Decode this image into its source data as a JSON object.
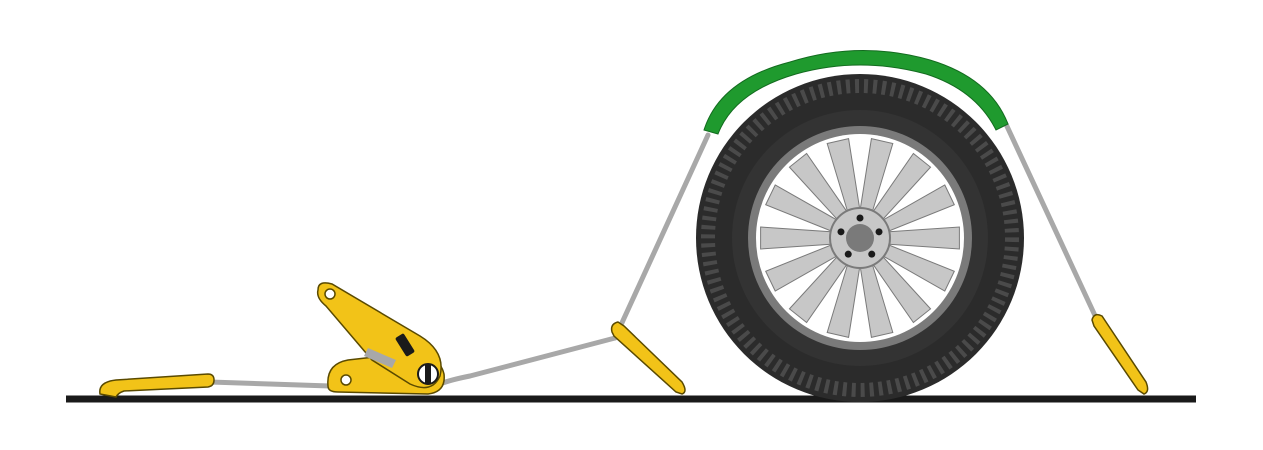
{
  "diagram": {
    "colors": {
      "background": "#ffffff",
      "ground": "#1a1a1a",
      "strap": "#a8a8a8",
      "hardware": "#f2c318",
      "hardware_outline": "#5a4a00",
      "tire": "#2b2b2b",
      "tire_tread": "#4a4a4a",
      "rim": "#c7c7c7",
      "rim_dark": "#7a7a7a",
      "wheel_net": "#1f9a2e"
    },
    "components": [
      {
        "name": "ground-line",
        "icon": "ground-line"
      },
      {
        "name": "end-hook",
        "icon": "flat-hook-icon"
      },
      {
        "name": "ratchet",
        "icon": "ratchet-icon"
      },
      {
        "name": "front-chock",
        "icon": "chock-icon"
      },
      {
        "name": "wheel",
        "icon": "wheel-icon"
      },
      {
        "name": "wheel-net",
        "icon": "wheel-net-icon"
      },
      {
        "name": "rear-chock",
        "icon": "chock-icon"
      }
    ]
  }
}
